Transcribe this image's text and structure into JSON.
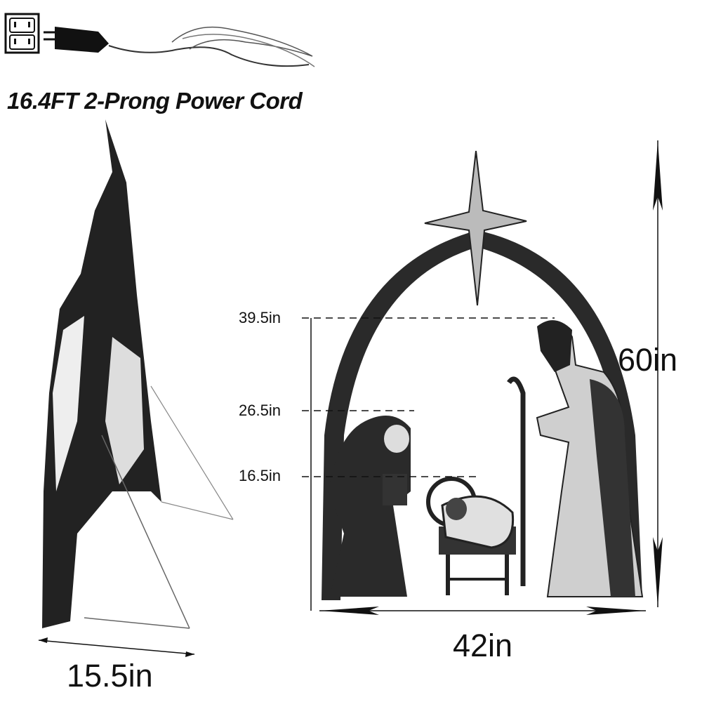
{
  "power_cord": {
    "title": "16.4FT 2-Prong Power Cord"
  },
  "side_view": {
    "depth_label": "15.5in"
  },
  "front_view": {
    "height_label": "60in",
    "width_label": "42in",
    "heights": [
      {
        "label": "39.5in"
      },
      {
        "label": "26.5in"
      },
      {
        "label": "16.5in"
      }
    ]
  },
  "colors": {
    "ink": "#111111",
    "background": "#ffffff",
    "fill_light": "#d8d8d8"
  }
}
